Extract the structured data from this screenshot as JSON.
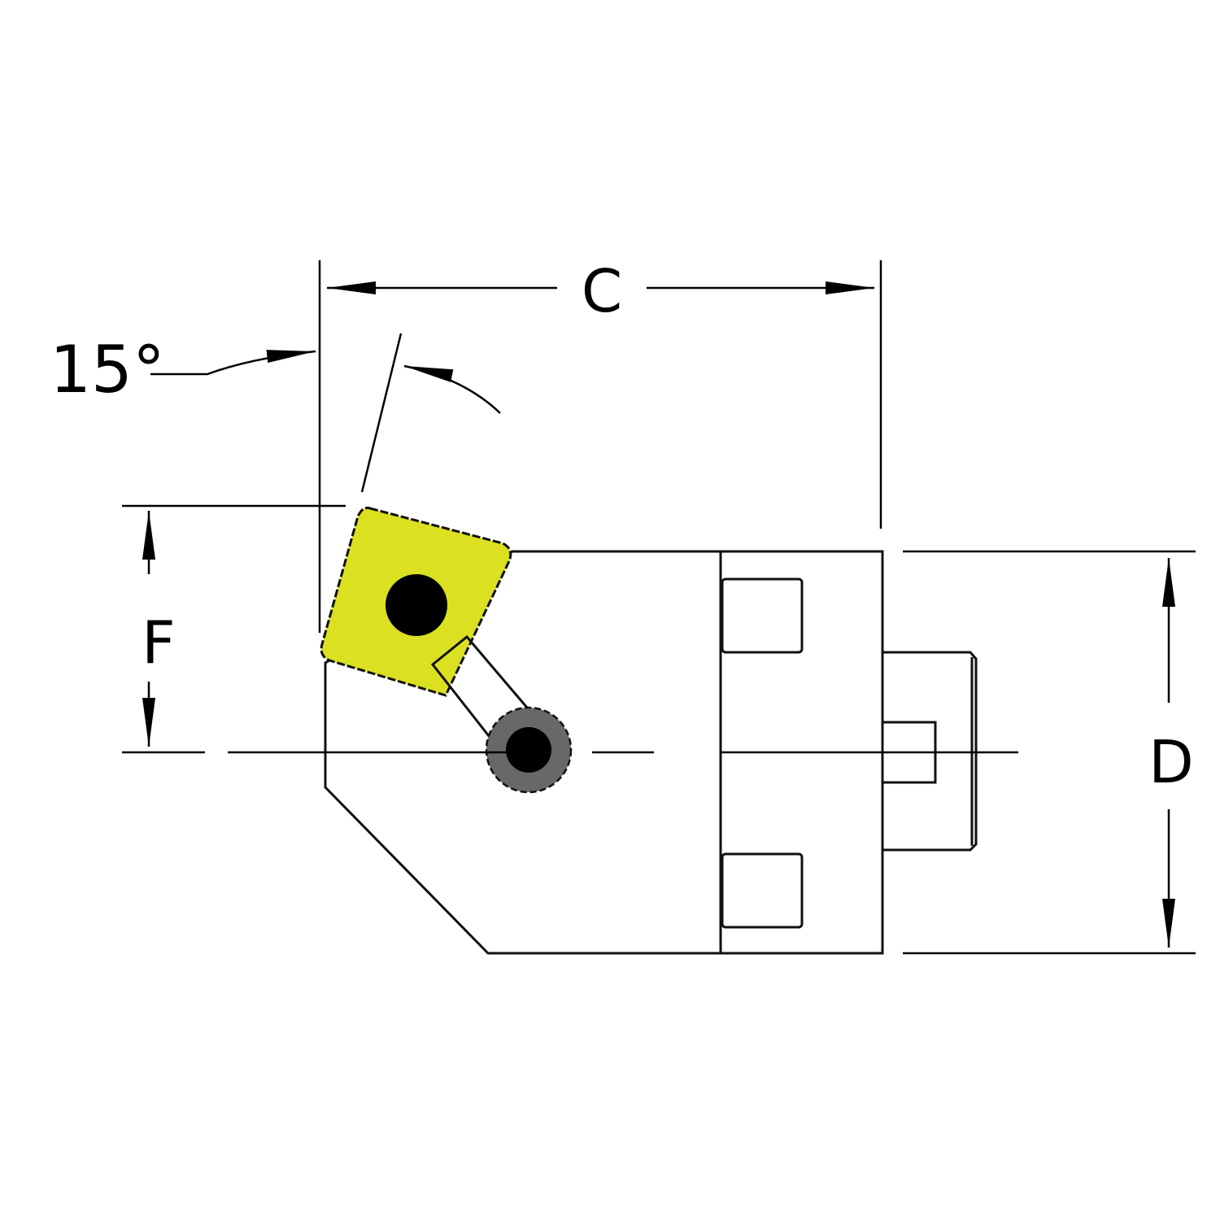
{
  "labels": {
    "angle": "15°",
    "dim_c": "C",
    "dim_f": "F",
    "dim_d": "D"
  },
  "colors": {
    "holder": "#686868",
    "insert": "#dbe021",
    "outline": "#111111"
  }
}
